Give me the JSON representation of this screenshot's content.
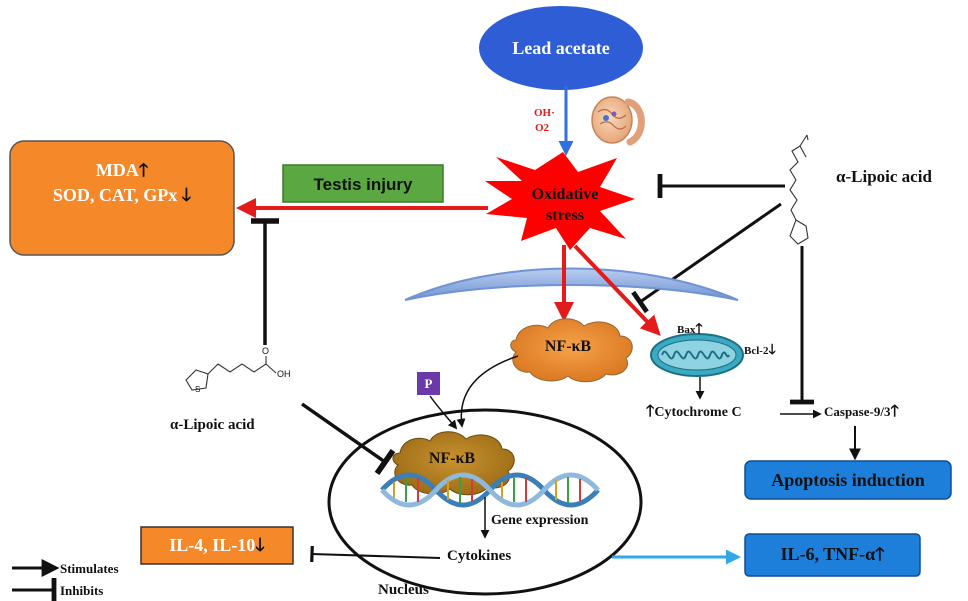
{
  "lead_acetate": "Lead acetate",
  "ros": {
    "oh": "OH·",
    "o2": "O2"
  },
  "oxidative_stress": {
    "line1": "Oxidative",
    "line2": "stress"
  },
  "testis_injury": "Testis injury",
  "oxidative_markers": {
    "mda": "MDA",
    "enzymes": "SOD, CAT, GPx"
  },
  "lipoic_acid_right": "α-Lipoic acid",
  "lipoic_acid_left": "α-Lipoic acid",
  "nfkb_cytoplasm": "NF-κB",
  "nfkb_nucleus": "NF-κB",
  "phosphate": "P",
  "bax": "Bax",
  "bcl2": "Bcl-2",
  "cytochrome_c": "Cytochrome C",
  "caspase": "Caspase-9/3",
  "apoptosis": "Apoptosis induction",
  "gene_expression": "Gene expression",
  "cytokines": "Cytokines",
  "nucleus": "Nucleus",
  "anti_inflammatory": "IL-4, IL-10",
  "pro_inflammatory": "IL-6, TNF-α",
  "structure_atoms": {
    "oh_group": "OH",
    "carbonyl_o": "O",
    "sulfur": "S"
  },
  "legend": {
    "stimulates": "Stimulates",
    "inhibits": "Inhibits"
  },
  "colors": {
    "lead_fill": "#2f5dd6",
    "stress_red": "#ff0000",
    "injury_green": "#5ba843",
    "marker_orange": "#f5892a",
    "apoptosis_blue": "#1d7fd9",
    "nfkb_orange": "#e58a2c",
    "nfkb_brown": "#b07a1e",
    "phosphate_purple": "#6a3aa8",
    "membrane_blue": "#8aaee0",
    "mito_teal": "#3aa9c2",
    "arrow_red": "#e31b1b",
    "arrow_lightblue": "#2fa7e8"
  },
  "icons": [
    "testis-icon",
    "mitochondrion-icon",
    "dna-helix-icon",
    "lipoic-acid-structure-icon",
    "up-arrow-icon",
    "down-arrow-icon"
  ]
}
